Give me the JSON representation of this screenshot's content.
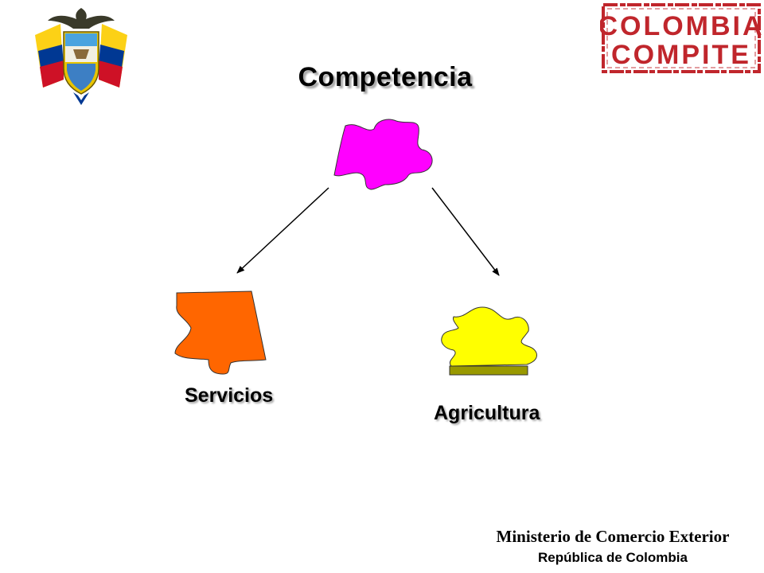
{
  "title": "Competencia",
  "nodes": {
    "top": {
      "color": "#ff00ff"
    },
    "left": {
      "label": "Servicios",
      "color": "#ff6600"
    },
    "right": {
      "label": "Agricultura",
      "color": "#ffff00",
      "base_color": "#999900"
    }
  },
  "logos": {
    "stamp_line1": "COLOMBIA",
    "stamp_line2": "COMPITE",
    "stamp_color": "#c0262c"
  },
  "footer": {
    "ministry": "Ministerio de Comercio Exterior",
    "republic": "República de Colombia"
  }
}
